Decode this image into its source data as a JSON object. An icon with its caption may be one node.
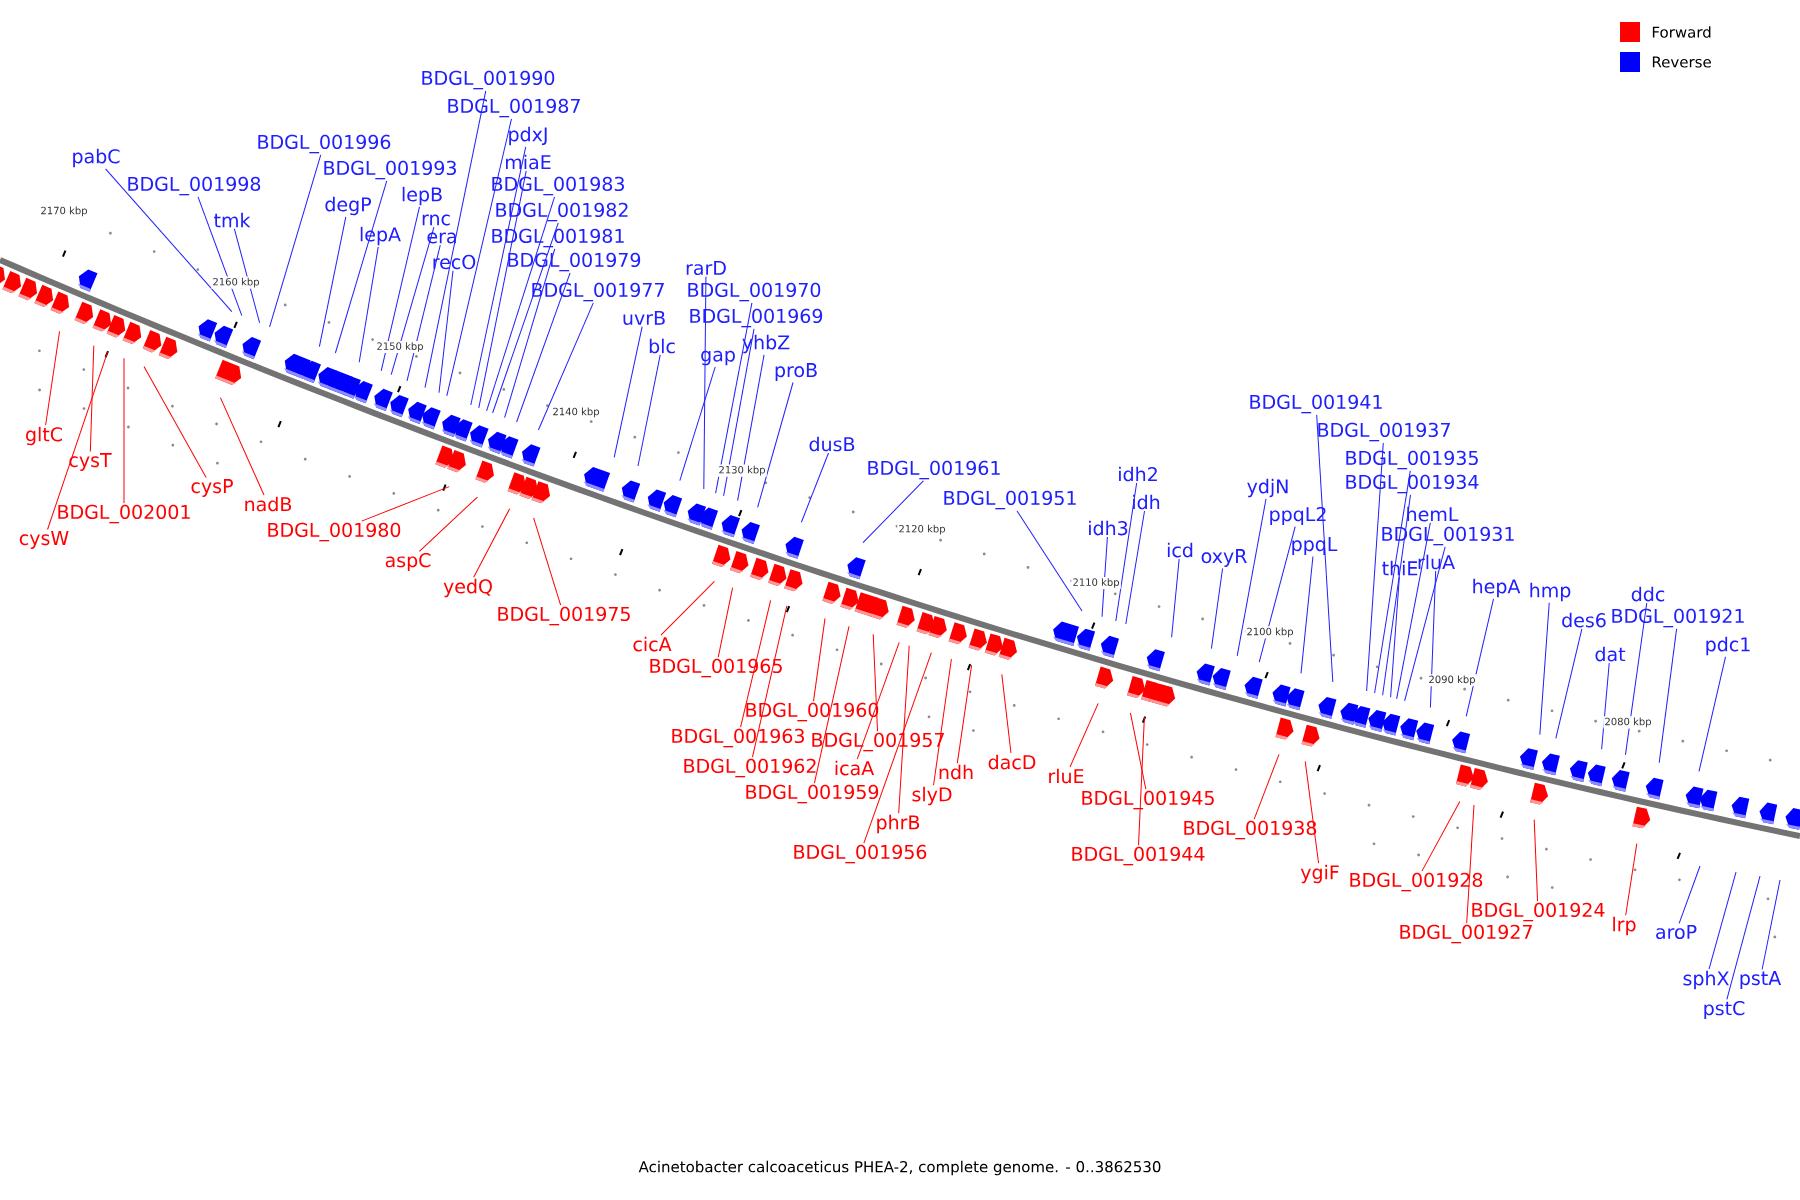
{
  "diagram": {
    "caption": "Acinetobacter calcoaceticus PHEA-2, complete genome. - 0..3862530",
    "nodes": [
      {
        "text": [
          "pabC"
        ]
      },
      {
        "text": [
          "BDGL_001998"
        ]
      },
      {
        "text": [
          "tmk"
        ]
      },
      {
        "text": [
          "BDGL_001996"
        ]
      },
      {
        "text": [
          "BDGL_001993"
        ]
      },
      {
        "text": [
          "degP"
        ]
      },
      {
        "text": [
          "lepB"
        ]
      },
      {
        "text": [
          "rnc"
        ]
      },
      {
        "text": [
          "lepA"
        ]
      },
      {
        "text": [
          "era"
        ]
      },
      {
        "text": [
          "recO"
        ]
      },
      {
        "text": [
          "BDGL_001990"
        ]
      },
      {
        "text": [
          "BDGL_001987"
        ]
      },
      {
        "text": [
          "pdxJ"
        ]
      },
      {
        "text": [
          "miaE"
        ]
      },
      {
        "text": [
          "BDGL_001983"
        ]
      },
      {
        "text": [
          "BDGL_001982"
        ]
      },
      {
        "text": [
          "BDGL_001981"
        ]
      },
      {
        "text": [
          "BDGL_001979"
        ]
      },
      {
        "text": [
          "BDGL_001977"
        ]
      },
      {
        "text": [
          "uvrB"
        ]
      },
      {
        "text": [
          "blc"
        ]
      },
      {
        "text": [
          "gap"
        ]
      },
      {
        "text": [
          "rarD"
        ]
      },
      {
        "text": [
          "BDGL_001970"
        ]
      },
      {
        "text": [
          "BDGL_001969"
        ]
      },
      {
        "text": [
          "yhbZ"
        ]
      },
      {
        "text": [
          "proB"
        ]
      },
      {
        "text": [
          "dusB"
        ]
      },
      {
        "text": [
          "BDGL_001961"
        ]
      },
      {
        "text": [
          "BDGL_001951"
        ]
      },
      {
        "text": [
          "idh3"
        ]
      },
      {
        "text": [
          "idh2"
        ]
      },
      {
        "text": [
          "idh"
        ]
      },
      {
        "text": [
          "icd"
        ]
      },
      {
        "text": [
          "oxyR"
        ]
      },
      {
        "text": [
          "ydjN"
        ]
      },
      {
        "text": [
          "ppqL2"
        ]
      },
      {
        "text": [
          "ppqL"
        ]
      },
      {
        "text": [
          "BDGL_001941"
        ]
      },
      {
        "text": [
          "BDGL_001937"
        ]
      },
      {
        "text": [
          "BDGL_001935"
        ]
      },
      {
        "text": [
          "BDGL_001934"
        ]
      },
      {
        "text": [
          "hemL"
        ]
      },
      {
        "text": [
          "BDGL_001931"
        ]
      },
      {
        "text": [
          "thiE"
        ]
      },
      {
        "text": [
          "rluA"
        ]
      },
      {
        "text": [
          "hepA"
        ]
      },
      {
        "text": [
          "hmp"
        ]
      },
      {
        "text": [
          "des6"
        ]
      },
      {
        "text": [
          "dat"
        ]
      },
      {
        "text": [
          "ddc"
        ]
      },
      {
        "text": [
          "BDGL_001921"
        ]
      },
      {
        "text": [
          "pdc1"
        ]
      },
      {
        "text": [
          "gltC"
        ]
      },
      {
        "text": [
          "cysT"
        ]
      },
      {
        "text": [
          "cysW"
        ]
      },
      {
        "text": [
          "BDGL_002001"
        ]
      },
      {
        "text": [
          "cysP"
        ]
      },
      {
        "text": [
          "nadB"
        ]
      },
      {
        "text": [
          "BDGL_001980"
        ]
      },
      {
        "text": [
          "aspC"
        ]
      },
      {
        "text": [
          "yedQ"
        ]
      },
      {
        "text": [
          "BDGL_001975"
        ]
      },
      {
        "text": [
          "cicA"
        ]
      },
      {
        "text": [
          "BDGL_001965"
        ]
      },
      {
        "text": [
          "BDGL_001960"
        ]
      },
      {
        "text": [
          "BDGL_001963"
        ]
      },
      {
        "text": [
          "BDGL_001962"
        ]
      },
      {
        "text": [
          "icaA"
        ]
      },
      {
        "text": [
          "BDGL_001959"
        ]
      },
      {
        "text": [
          "BDGL_001957"
        ]
      },
      {
        "text": [
          "phrB"
        ]
      },
      {
        "text": [
          "BDGL_001956"
        ]
      },
      {
        "text": [
          "slyD"
        ]
      },
      {
        "text": [
          "ndh"
        ]
      },
      {
        "text": [
          "dacD"
        ]
      },
      {
        "text": [
          "rluE"
        ]
      },
      {
        "text": [
          "BDGL_001945"
        ]
      },
      {
        "text": [
          "BDGL_001944"
        ]
      },
      {
        "text": [
          "BDGL_001938"
        ]
      },
      {
        "text": [
          "ygiF"
        ]
      },
      {
        "text": [
          "BDGL_001928"
        ]
      },
      {
        "text": [
          "BDGL_001927"
        ]
      },
      {
        "text": [
          "BDGL_001924"
        ]
      },
      {
        "text": [
          "lrp"
        ]
      },
      {
        "text": [
          "aroP"
        ]
      },
      {
        "text": [
          "sphX"
        ]
      },
      {
        "text": [
          "pstC"
        ]
      },
      {
        "text": [
          "pstA"
        ]
      }
    ],
    "edges": [
      {
        "from": 0,
        "to": null,
        "arrow": "none"
      },
      {
        "from": 1,
        "to": null,
        "arrow": "none"
      },
      {
        "from": 2,
        "to": null,
        "arrow": "none"
      },
      {
        "from": 3,
        "to": null,
        "arrow": "none"
      },
      {
        "from": 4,
        "to": null,
        "arrow": "none"
      },
      {
        "from": 5,
        "to": null,
        "arrow": "none"
      },
      {
        "from": 6,
        "to": null,
        "arrow": "none"
      },
      {
        "from": 7,
        "to": null,
        "arrow": "none"
      },
      {
        "from": 8,
        "to": null,
        "arrow": "none"
      },
      {
        "from": 9,
        "to": null,
        "arrow": "none"
      },
      {
        "from": 10,
        "to": null,
        "arrow": "none"
      },
      {
        "from": 11,
        "to": null,
        "arrow": "none"
      },
      {
        "from": 12,
        "to": null,
        "arrow": "none"
      },
      {
        "from": 13,
        "to": null,
        "arrow": "none"
      },
      {
        "from": 14,
        "to": null,
        "arrow": "none"
      },
      {
        "from": 15,
        "to": null,
        "arrow": "none"
      },
      {
        "from": 16,
        "to": null,
        "arrow": "none"
      },
      {
        "from": 17,
        "to": null,
        "arrow": "none"
      },
      {
        "from": 18,
        "to": null,
        "arrow": "none"
      },
      {
        "from": 19,
        "to": null,
        "arrow": "none"
      },
      {
        "from": 20,
        "to": null,
        "arrow": "none"
      },
      {
        "from": 21,
        "to": null,
        "arrow": "none"
      },
      {
        "from": 22,
        "to": null,
        "arrow": "none"
      },
      {
        "from": 23,
        "to": null,
        "arrow": "none"
      },
      {
        "from": 24,
        "to": null,
        "arrow": "none"
      },
      {
        "from": 25,
        "to": null,
        "arrow": "none"
      },
      {
        "from": 26,
        "to": null,
        "arrow": "none"
      },
      {
        "from": 27,
        "to": null,
        "arrow": "none"
      },
      {
        "from": 28,
        "to": null,
        "arrow": "none"
      },
      {
        "from": 29,
        "to": null,
        "arrow": "none"
      },
      {
        "from": 30,
        "to": null,
        "arrow": "none"
      },
      {
        "from": 31,
        "to": null,
        "arrow": "none"
      },
      {
        "from": 32,
        "to": null,
        "arrow": "none"
      },
      {
        "from": 33,
        "to": null,
        "arrow": "none"
      },
      {
        "from": 34,
        "to": null,
        "arrow": "none"
      },
      {
        "from": 35,
        "to": null,
        "arrow": "none"
      },
      {
        "from": 36,
        "to": null,
        "arrow": "none"
      },
      {
        "from": 37,
        "to": null,
        "arrow": "none"
      },
      {
        "from": 38,
        "to": null,
        "arrow": "none"
      },
      {
        "from": 39,
        "to": null,
        "arrow": "none"
      },
      {
        "from": 40,
        "to": null,
        "arrow": "none"
      },
      {
        "from": 41,
        "to": null,
        "arrow": "none"
      },
      {
        "from": 42,
        "to": null,
        "arrow": "none"
      },
      {
        "from": 43,
        "to": null,
        "arrow": "none"
      },
      {
        "from": 44,
        "to": null,
        "arrow": "none"
      },
      {
        "from": 45,
        "to": null,
        "arrow": "none"
      },
      {
        "from": 46,
        "to": null,
        "arrow": "none"
      },
      {
        "from": 47,
        "to": null,
        "arrow": "none"
      },
      {
        "from": 48,
        "to": null,
        "arrow": "none"
      },
      {
        "from": 49,
        "to": null,
        "arrow": "none"
      },
      {
        "from": 50,
        "to": null,
        "arrow": "none"
      },
      {
        "from": 51,
        "to": null,
        "arrow": "none"
      },
      {
        "from": 52,
        "to": null,
        "arrow": "none"
      },
      {
        "from": 53,
        "to": null,
        "arrow": "none"
      },
      {
        "from": 54,
        "to": null,
        "arrow": "none",
        "color": "#ff0000"
      },
      {
        "from": 55,
        "to": null,
        "arrow": "none",
        "color": "#ff0000"
      },
      {
        "from": 56,
        "to": null,
        "arrow": "none",
        "color": "#ff0000"
      },
      {
        "from": 57,
        "to": null,
        "arrow": "none",
        "color": "#ff0000"
      },
      {
        "from": 58,
        "to": null,
        "arrow": "none",
        "color": "#ff0000"
      },
      {
        "from": 59,
        "to": null,
        "arrow": "none",
        "color": "#ff0000"
      },
      {
        "from": 60,
        "to": null,
        "arrow": "none",
        "color": "#ff0000"
      },
      {
        "from": 61,
        "to": null,
        "arrow": "none",
        "color": "#ff0000"
      },
      {
        "from": 62,
        "to": null,
        "arrow": "none",
        "color": "#ff0000"
      },
      {
        "from": 63,
        "to": null,
        "arrow": "none",
        "color": "#ff0000"
      },
      {
        "from": 64,
        "to": null,
        "arrow": "none",
        "color": "#ff0000"
      },
      {
        "from": 65,
        "to": null,
        "arrow": "none",
        "color": "#ff0000"
      },
      {
        "from": 66,
        "to": null,
        "arrow": "none",
        "color": "#ff0000"
      },
      {
        "from": 67,
        "to": null,
        "arrow": "none",
        "color": "#ff0000"
      },
      {
        "from": 68,
        "to": null,
        "arrow": "none",
        "color": "#ff0000"
      },
      {
        "from": 69,
        "to": null,
        "arrow": "none",
        "color": "#ff0000"
      },
      {
        "from": 70,
        "to": null,
        "arrow": "none",
        "color": "#ff0000"
      },
      {
        "from": 71,
        "to": null,
        "arrow": "none",
        "color": "#ff0000"
      },
      {
        "from": 72,
        "to": null,
        "arrow": "none",
        "color": "#ff0000"
      },
      {
        "from": 73,
        "to": null,
        "arrow": "none",
        "color": "#ff0000"
      },
      {
        "from": 74,
        "to": null,
        "arrow": "none",
        "color": "#ff0000"
      },
      {
        "from": 75,
        "to": null,
        "arrow": "none",
        "color": "#ff0000"
      },
      {
        "from": 76,
        "to": null,
        "arrow": "none",
        "color": "#ff0000"
      },
      {
        "from": 77,
        "to": null,
        "arrow": "none",
        "color": "#ff0000"
      },
      {
        "from": 78,
        "to": null,
        "arrow": "none",
        "color": "#ff0000"
      },
      {
        "from": 79,
        "to": null,
        "arrow": "none",
        "color": "#ff0000"
      },
      {
        "from": 80,
        "to": null,
        "arrow": "none",
        "color": "#ff0000"
      },
      {
        "from": 81,
        "to": null,
        "arrow": "none",
        "color": "#ff0000"
      },
      {
        "from": 82,
        "to": null,
        "arrow": "none",
        "color": "#ff0000"
      },
      {
        "from": 83,
        "to": null,
        "arrow": "none",
        "color": "#ff0000"
      },
      {
        "from": 84,
        "to": null,
        "arrow": "none",
        "color": "#ff0000"
      },
      {
        "from": 85,
        "to": null,
        "arrow": "none",
        "color": "#ff0000"
      },
      {
        "from": 86,
        "to": null,
        "arrow": "none"
      },
      {
        "from": 87,
        "to": null,
        "arrow": "none"
      },
      {
        "from": 88,
        "to": null,
        "arrow": "none"
      },
      {
        "from": 89,
        "to": null,
        "arrow": "none"
      }
    ],
    "labels": [
      "2170 kbp",
      "2160 kbp",
      "2150 kbp",
      "2140 kbp",
      "2130 kbp",
      "2120 kbp",
      "2110 kbp",
      "2100 kbp",
      "2090 kbp",
      "2080 kbp"
    ],
    "legend": [
      {
        "text": "Forward",
        "color": "#ff0000"
      },
      {
        "text": "Reverse",
        "color": "#0000ff"
      }
    ]
  }
}
